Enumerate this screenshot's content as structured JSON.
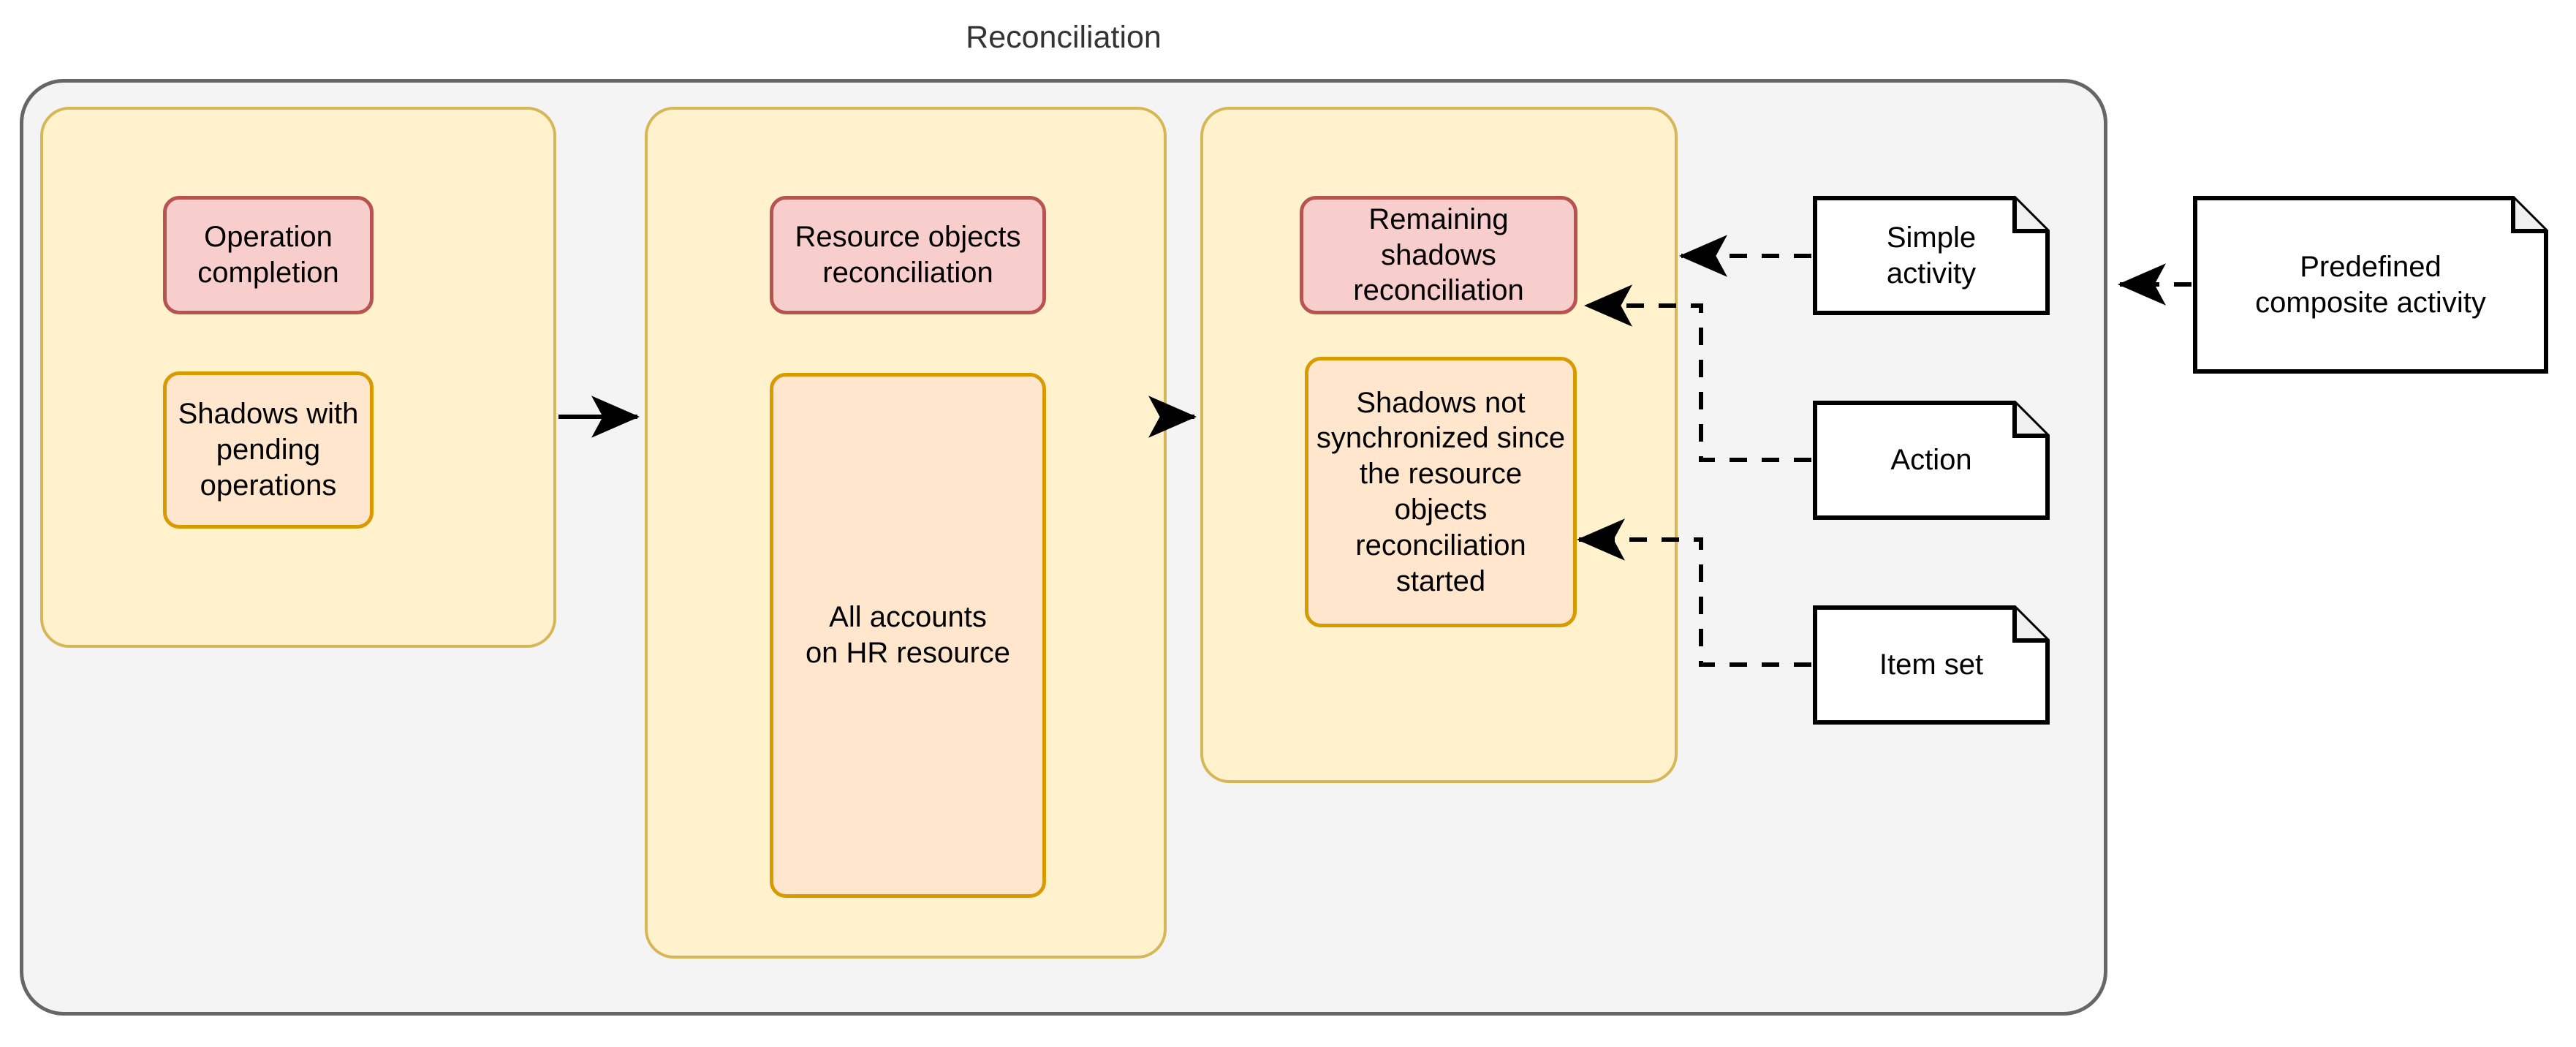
{
  "diagram": {
    "title": "Reconciliation",
    "type": "activity-flow-diagram",
    "colors": {
      "container_fill": "#f4f4f4",
      "container_stroke": "#666666",
      "group_fill": "#fff2cc",
      "group_stroke": "#d6b656",
      "activity_fill": "#f8cecc",
      "activity_stroke": "#b85450",
      "itemset_fill": "#ffe6cc",
      "itemset_stroke": "#d79b00",
      "note_fill": "#ffffff",
      "note_stroke": "#000000",
      "connector": "#000000"
    }
  },
  "groups": [
    {
      "id": "group-1",
      "activity": "Operation\ncompletion",
      "item_set": "Shadows with\npending\noperations"
    },
    {
      "id": "group-2",
      "activity": "Resource objects\nreconciliation",
      "item_set": "All accounts\non HR resource"
    },
    {
      "id": "group-3",
      "activity": "Remaining\nshadows\nreconciliation",
      "item_set": "Shadows not\nsynchronized since\nthe resource\nobjects\nreconciliation\nstarted"
    }
  ],
  "legend": {
    "notes": [
      {
        "id": "note-simple-activity",
        "label": "Simple\nactivity",
        "target": "Remaining shadows reconciliation"
      },
      {
        "id": "note-action",
        "label": "Action",
        "target": "Remaining shadows reconciliation"
      },
      {
        "id": "note-item-set",
        "label": "Item set",
        "target": "Shadows not synchronized since the resource objects reconciliation started"
      },
      {
        "id": "note-predefined-activity",
        "label": "Predefined\ncomposite activity",
        "target": "Reconciliation container"
      }
    ]
  },
  "flow": {
    "arrows": [
      {
        "from": "group-1",
        "to": "group-2",
        "style": "solid"
      },
      {
        "from": "group-2",
        "to": "group-3",
        "style": "solid"
      }
    ]
  }
}
